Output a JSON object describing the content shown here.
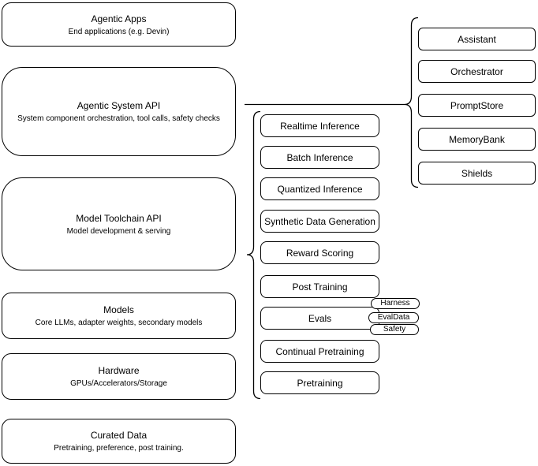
{
  "diagram": {
    "left_stack": [
      {
        "title": "Agentic Apps",
        "subtitle": "End applications (e.g. Devin)"
      },
      {
        "title": "Agentic System API",
        "subtitle": "System component orchestration, tool calls, safety checks"
      },
      {
        "title": "Model Toolchain API",
        "subtitle": "Model development & serving"
      },
      {
        "title": "Models",
        "subtitle": "Core LLMs, adapter weights, secondary models"
      },
      {
        "title": "Hardware",
        "subtitle": "GPUs/Accelerators/Storage"
      },
      {
        "title": "Curated Data",
        "subtitle": "Pretraining, preference, post training."
      }
    ],
    "toolchain_services": [
      "Realtime Inference",
      "Batch Inference",
      "Quantized Inference",
      "Synthetic Data Generation",
      "Reward Scoring",
      "Post Training",
      "Evals",
      "Continual Pretraining",
      "Pretraining"
    ],
    "evals_tags": [
      "Harness",
      "EvalData",
      "Safety"
    ],
    "system_components": [
      "Assistant",
      "Orchestrator",
      "PromptStore",
      "MemoryBank",
      "Shields"
    ],
    "colors": {
      "stroke": "#000000",
      "background": "#ffffff",
      "text": "#000000"
    }
  }
}
